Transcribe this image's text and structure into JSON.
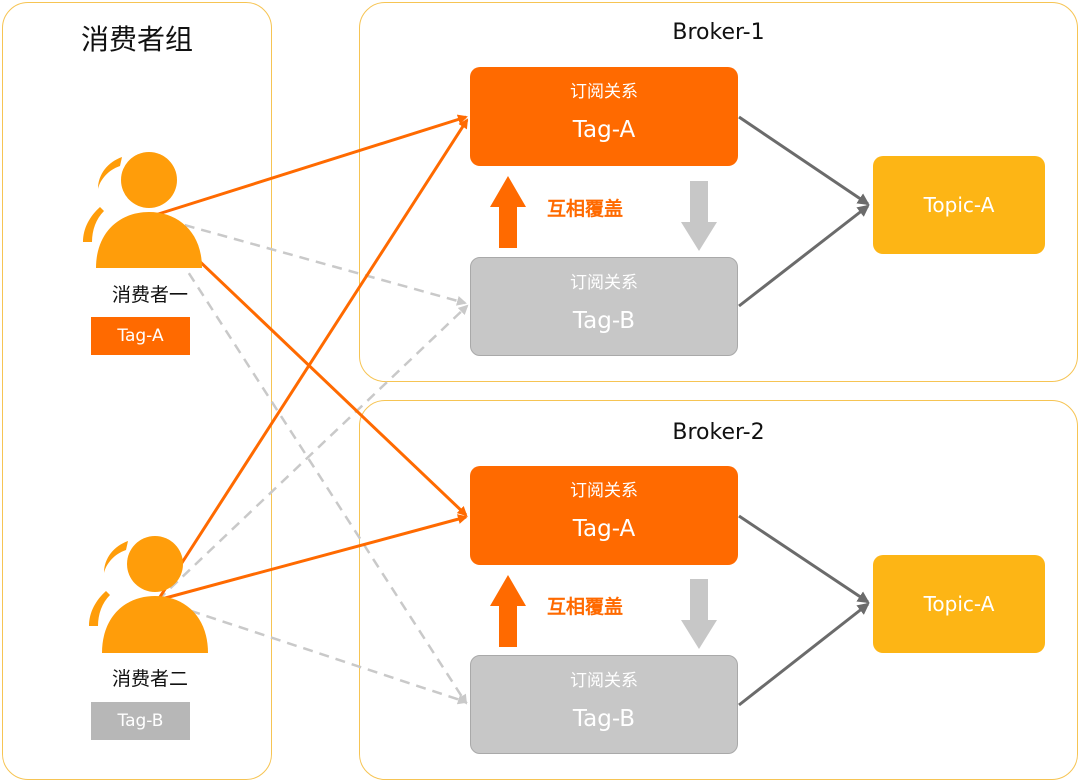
{
  "consumer_group": {
    "title": "消费者组",
    "consumers": [
      {
        "name": "消费者一",
        "tag": "Tag-A",
        "tag_color": "#ff6a00"
      },
      {
        "name": "消费者二",
        "tag": "Tag-B",
        "tag_color": "#b7b7b7"
      }
    ]
  },
  "brokers": [
    {
      "title": "Broker-1",
      "subscription_a": {
        "label": "订阅关系",
        "tag": "Tag-A"
      },
      "subscription_b": {
        "label": "订阅关系",
        "tag": "Tag-B"
      },
      "overlap_label": "互相覆盖",
      "topic": "Topic-A"
    },
    {
      "title": "Broker-2",
      "subscription_a": {
        "label": "订阅关系",
        "tag": "Tag-A"
      },
      "subscription_b": {
        "label": "订阅关系",
        "tag": "Tag-B"
      },
      "overlap_label": "互相覆盖",
      "topic": "Topic-A"
    }
  ],
  "colors": {
    "accent_orange": "#ff6a00",
    "topic_yellow": "#fdb515",
    "panel_border": "#f6c453",
    "gray_box": "#c7c7c7",
    "dashed_gray": "#c9c9c9",
    "connector_gray": "#6b6b6b"
  },
  "icons": [
    "user-icon"
  ]
}
